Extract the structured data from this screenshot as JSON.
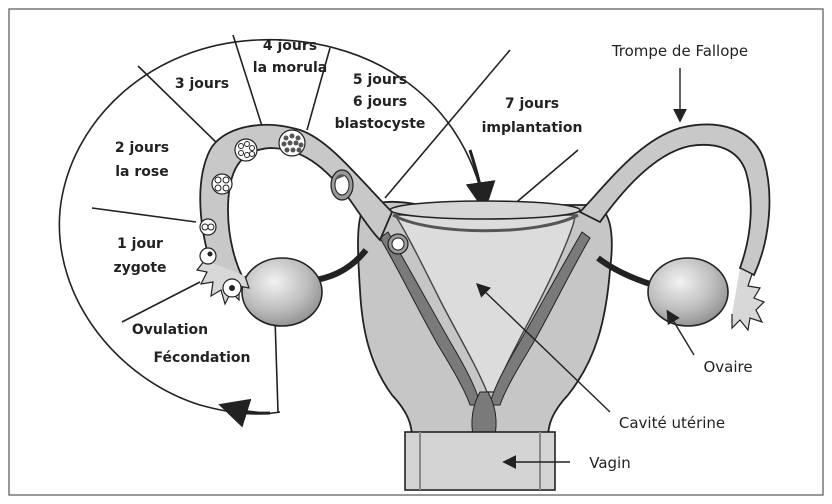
{
  "stages": {
    "day1_line1": "1 jour",
    "day1_line2": "zygote",
    "day2_line1": "2 jours",
    "day2_line2": "la rose",
    "day3": "3 jours",
    "day4_line1": "4 jours",
    "day4_line2": "la morula",
    "day56_line1": "5 jours",
    "day56_line2": "6 jours",
    "day56_line3": "blastocyste",
    "day7_line1": "7 jours",
    "day7_line2": "implantation",
    "ovulation": "Ovulation",
    "fecondation": "Fécondation"
  },
  "anatomy": {
    "trompe": "Trompe de Fallope",
    "ovaire": "Ovaire",
    "cavite": "Cavité utérine",
    "vagin": "Vagin"
  },
  "colors": {
    "tissue_light": "#c8c8c8",
    "tissue_dark": "#8c8c8c",
    "lining": "#6e6e6e",
    "outline": "#222222"
  }
}
